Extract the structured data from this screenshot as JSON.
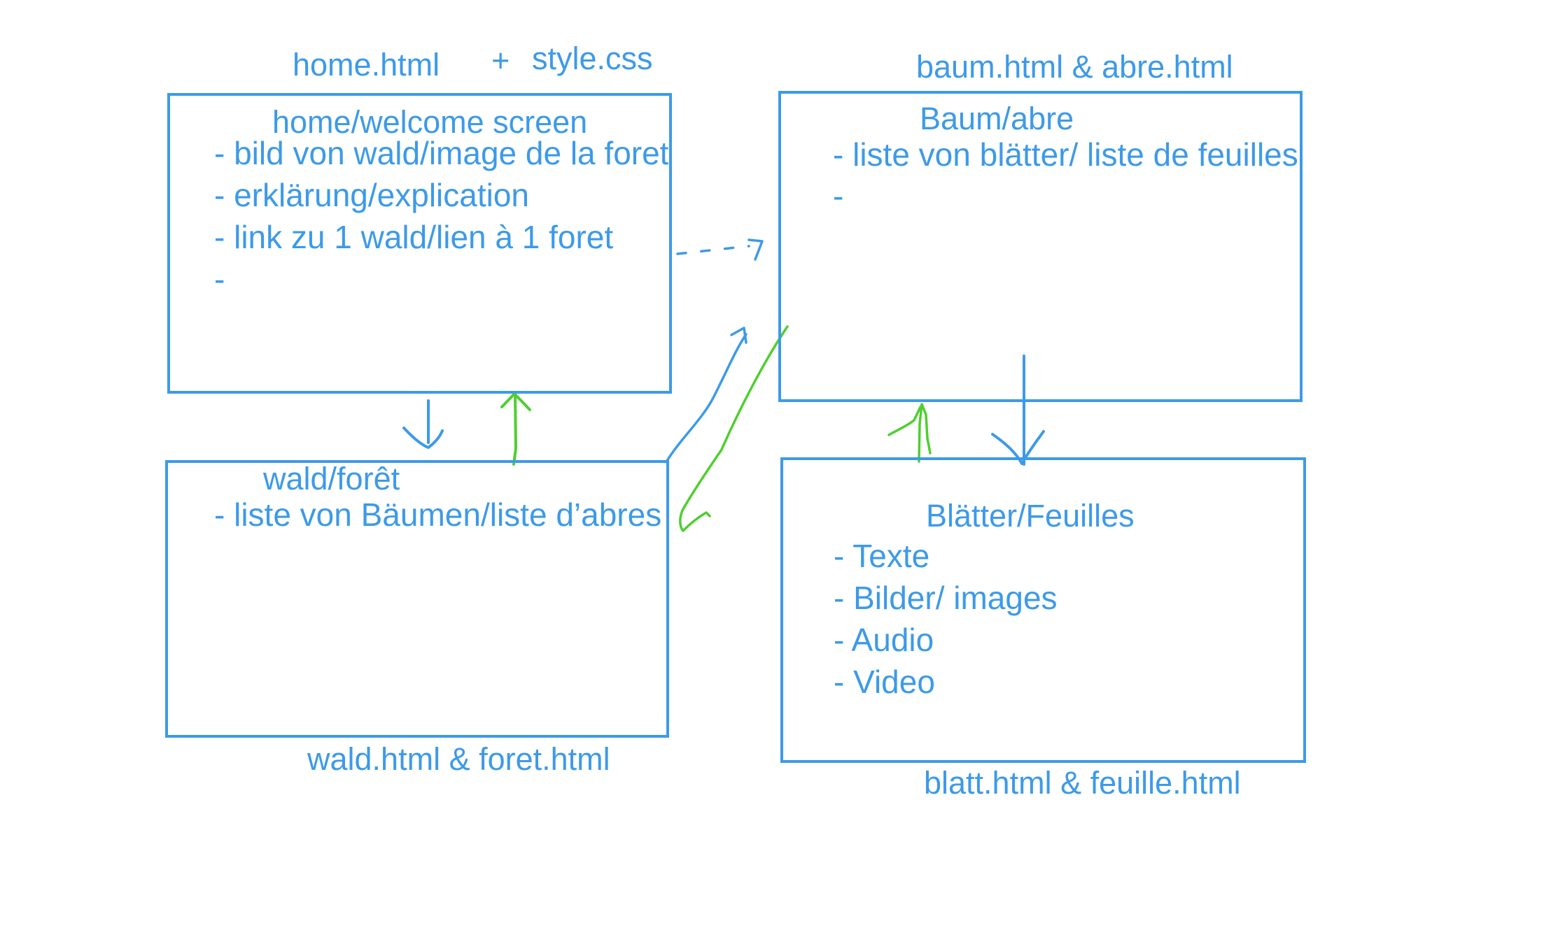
{
  "colors": {
    "ink": "#3d9ae8",
    "back_arrow": "#4fcf2f",
    "background": "#ffffff"
  },
  "files": {
    "home": "home.html",
    "plus": "+",
    "style": "style.css",
    "baum": "baum.html & abre.html",
    "wald": "wald.html & foret.html",
    "blatt": "blatt.html & feuille.html"
  },
  "screens": {
    "home": {
      "title": "home/welcome screen",
      "items": [
        "- bild von wald/image de la foret",
        "- erklärung/explication",
        "- link zu 1 wald/lien à 1 foret",
        "-"
      ]
    },
    "baum": {
      "title": "Baum/abre",
      "items": [
        "- liste von blätter/ liste de feuilles",
        "-"
      ]
    },
    "wald": {
      "title": "wald/forêt",
      "items": [
        "- liste von Bäumen/liste d’abres"
      ]
    },
    "blatt": {
      "title": "Blätter/Feuilles",
      "items": [
        "- Texte",
        "- Bilder/ images",
        "- Audio",
        "- Video"
      ]
    }
  },
  "connectors": [
    {
      "from": "home",
      "to": "baum",
      "style": "dashed",
      "color": "#3d9ae8",
      "direction": "forward"
    },
    {
      "from": "home",
      "to": "wald",
      "style": "solid",
      "color": "#3d9ae8",
      "direction": "forward"
    },
    {
      "from": "wald",
      "to": "home",
      "style": "solid",
      "color": "#4fcf2f",
      "direction": "back"
    },
    {
      "from": "wald",
      "to": "baum",
      "style": "solid",
      "color": "#3d9ae8",
      "direction": "forward"
    },
    {
      "from": "baum",
      "to": "wald",
      "style": "solid",
      "color": "#4fcf2f",
      "direction": "back"
    },
    {
      "from": "baum",
      "to": "blatt",
      "style": "solid",
      "color": "#3d9ae8",
      "direction": "forward"
    },
    {
      "from": "blatt",
      "to": "baum",
      "style": "solid",
      "color": "#4fcf2f",
      "direction": "back"
    }
  ]
}
